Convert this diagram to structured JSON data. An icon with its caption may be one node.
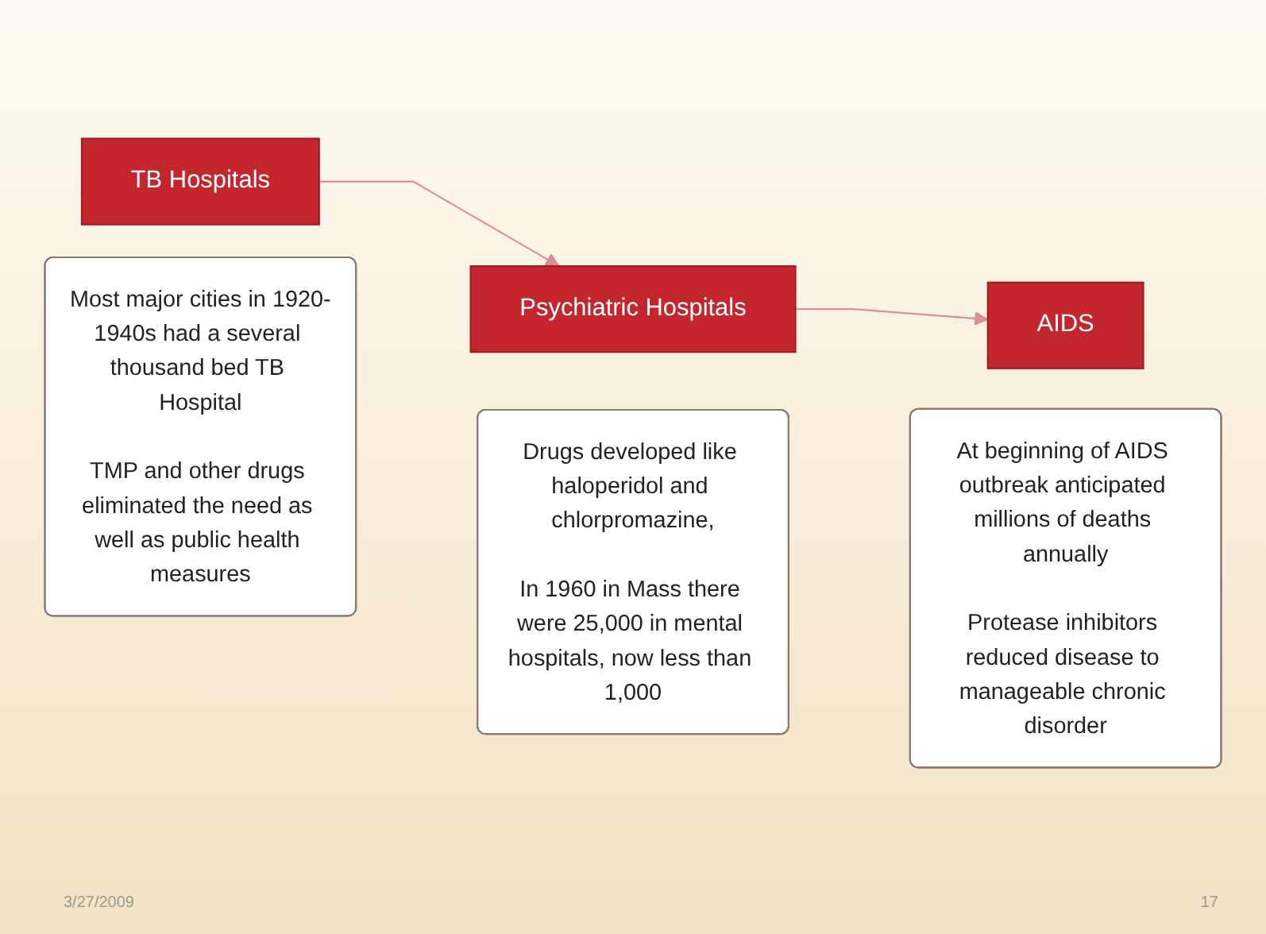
{
  "diagram": {
    "nodes": [
      {
        "text": [
          "TB Hospitals"
        ]
      },
      {
        "text": [
          "Most major cities in 1920-1940s had a several thousand bed TB Hospital",
          "TMP and other drugs eliminated the need as well as public health measures"
        ]
      },
      {
        "text": [
          "Psychiatric Hospitals"
        ]
      },
      {
        "text": [
          "Drugs developed like haloperidol and chlorpromazine,",
          "In 1960 in Mass there were 25,000 in mental hospitals, now less than 1,000"
        ]
      },
      {
        "text": [
          "AIDS"
        ]
      },
      {
        "text": [
          "At beginning of AIDS outbreak anticipated millions of deaths annually",
          "Protease inhibitors reduced disease to manageable chronic disorder"
        ]
      }
    ],
    "edges": [
      {
        "from": 0,
        "to": 2,
        "arrow": "to"
      },
      {
        "from": 2,
        "to": 4,
        "arrow": "to"
      }
    ],
    "labels": [
      "3/27/2009",
      "17"
    ]
  }
}
